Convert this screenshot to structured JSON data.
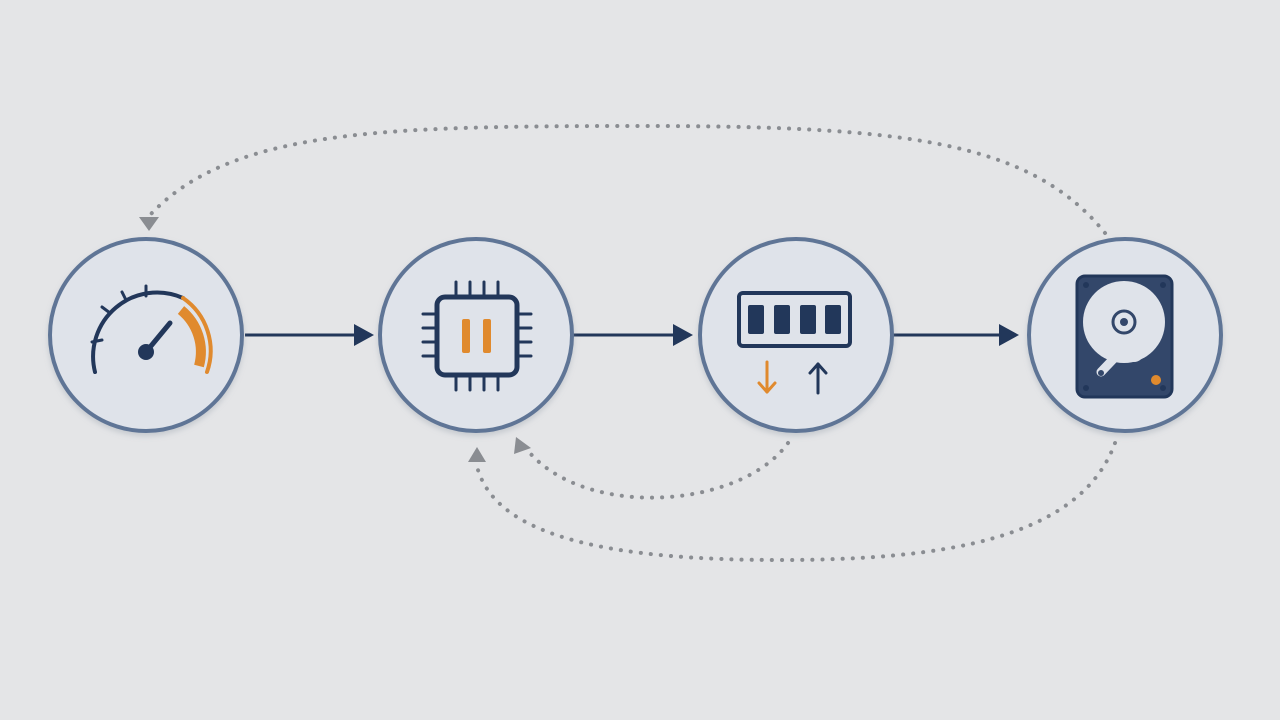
{
  "diagram": {
    "nodes": [
      {
        "id": "speed",
        "icon": "speedometer-icon"
      },
      {
        "id": "cpu",
        "icon": "cpu-chip-icon"
      },
      {
        "id": "ram",
        "icon": "memory-module-icon"
      },
      {
        "id": "disk",
        "icon": "hard-drive-icon"
      }
    ],
    "flow_arrows": [
      {
        "from": "speed",
        "to": "cpu",
        "style": "solid"
      },
      {
        "from": "cpu",
        "to": "ram",
        "style": "solid"
      },
      {
        "from": "ram",
        "to": "disk",
        "style": "solid"
      }
    ],
    "feedback_arrows": [
      {
        "from": "disk",
        "to": "speed",
        "style": "dotted"
      },
      {
        "from": "ram",
        "to": "cpu",
        "style": "dotted"
      },
      {
        "from": "disk",
        "to": "cpu",
        "style": "dotted"
      }
    ]
  },
  "colors": {
    "background": "#e4e5e7",
    "circle_fill": "#dfe3ea",
    "circle_stroke": "#5f7596",
    "navy": "#22375a",
    "orange": "#e08a2e",
    "dotted": "#8a8d92"
  }
}
